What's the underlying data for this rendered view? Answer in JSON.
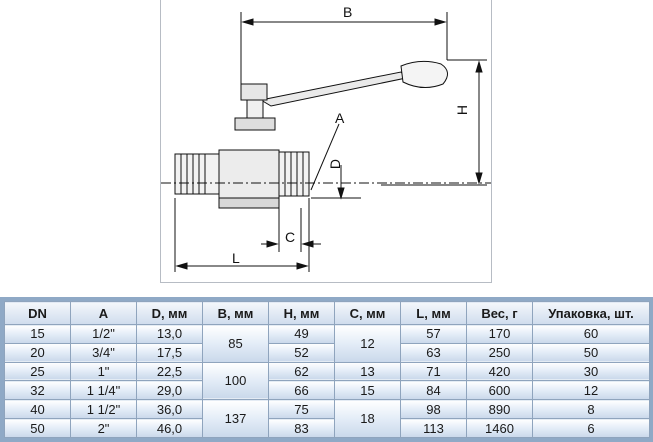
{
  "drawing": {
    "labels": {
      "b": "B",
      "a": "A",
      "h": "H",
      "d": "D",
      "c": "C",
      "l": "L"
    }
  },
  "table": {
    "headers": [
      "DN",
      "A",
      "D, мм",
      "B, мм",
      "H, мм",
      "C, мм",
      "L, мм",
      "Вес, г",
      "Упаковка, шт."
    ],
    "rows": [
      {
        "dn": "15",
        "a": "1/2\"",
        "d": "13,0",
        "h": "49",
        "l": "57",
        "weight": "170",
        "pack": "60"
      },
      {
        "dn": "20",
        "a": "3/4\"",
        "d": "17,5",
        "h": "52",
        "l": "63",
        "weight": "250",
        "pack": "50"
      },
      {
        "dn": "25",
        "a": "1\"",
        "d": "22,5",
        "h": "62",
        "l": "71",
        "weight": "420",
        "pack": "30"
      },
      {
        "dn": "32",
        "a": "1 1/4\"",
        "d": "29,0",
        "h": "66",
        "l": "84",
        "weight": "600",
        "pack": "12"
      },
      {
        "dn": "40",
        "a": "1 1/2\"",
        "d": "36,0",
        "h": "75",
        "l": "98",
        "weight": "890",
        "pack": "8"
      },
      {
        "dn": "50",
        "a": "2\"",
        "d": "46,0",
        "h": "83",
        "l": "113",
        "weight": "1460",
        "pack": "6"
      }
    ],
    "b_groups": [
      "85",
      "100",
      "137"
    ],
    "c_groups": [
      "12",
      "13",
      "15",
      "18"
    ]
  }
}
